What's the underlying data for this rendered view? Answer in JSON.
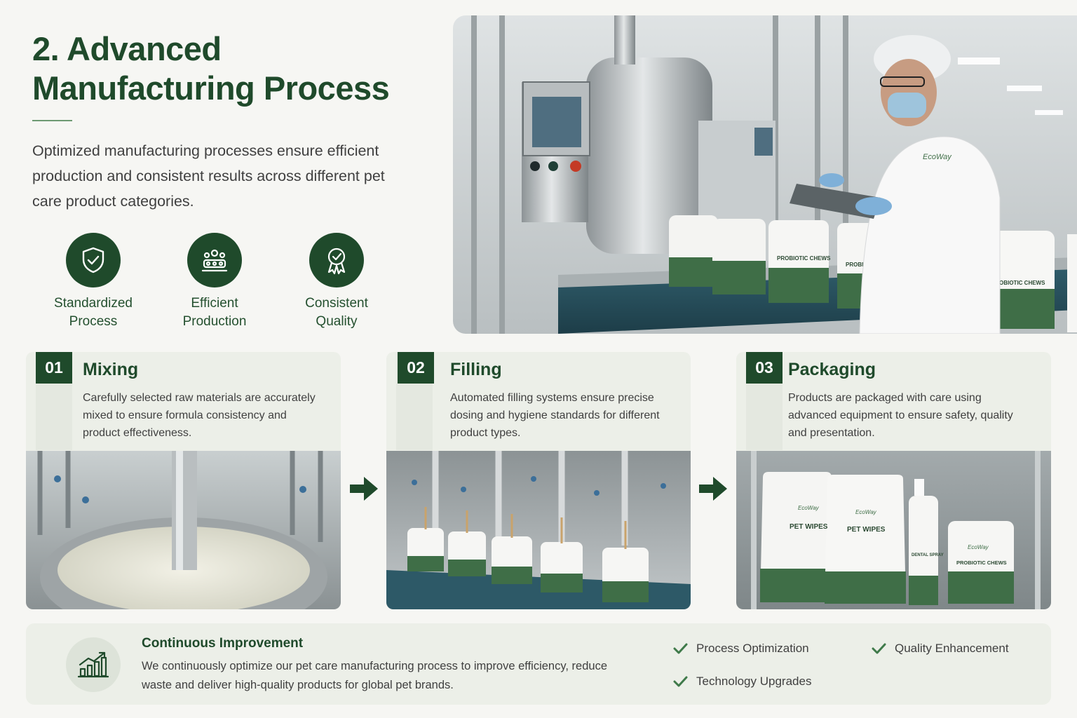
{
  "title": "2. Advanced Manufacturing Process",
  "intro": "Optimized manufacturing processes ensure efficient production and consistent results across different pet care product categories.",
  "features": [
    {
      "line1": "Standardized",
      "line2": "Process",
      "icon": "shield-check-icon"
    },
    {
      "line1": "Efficient",
      "line2": "Production",
      "icon": "production-line-icon"
    },
    {
      "line1": "Consistent",
      "line2": "Quality",
      "icon": "quality-badge-icon"
    }
  ],
  "steps": [
    {
      "num": "01",
      "title": "Mixing",
      "desc": "Carefully selected raw materials are accurately mixed to ensure formula consistency and product effectiveness."
    },
    {
      "num": "02",
      "title": "Filling",
      "desc": "Automated filling systems ensure precise dosing and hygiene standards for different product types."
    },
    {
      "num": "03",
      "title": "Packaging",
      "desc": "Products are packaged with care using advanced equipment to ensure safety, quality and presentation."
    }
  ],
  "improvement": {
    "title": "Continuous Improvement",
    "desc": "We continuously optimize our pet care manufacturing process to improve efficiency, reduce waste and deliver high-quality products for global pet brands.",
    "checks": [
      "Process Optimization",
      "Quality Enhancement",
      "Technology Upgrades"
    ]
  },
  "photo_labels": {
    "brand": "EcoWay",
    "probiotic": "PROBIOTIC CHEWS",
    "wipes": "PET WIPES",
    "dental": "DENTAL SPRAY"
  },
  "colors": {
    "brand_green": "#1f4a2b",
    "card_bg": "#ecefe8",
    "page_bg": "#f6f6f3"
  }
}
